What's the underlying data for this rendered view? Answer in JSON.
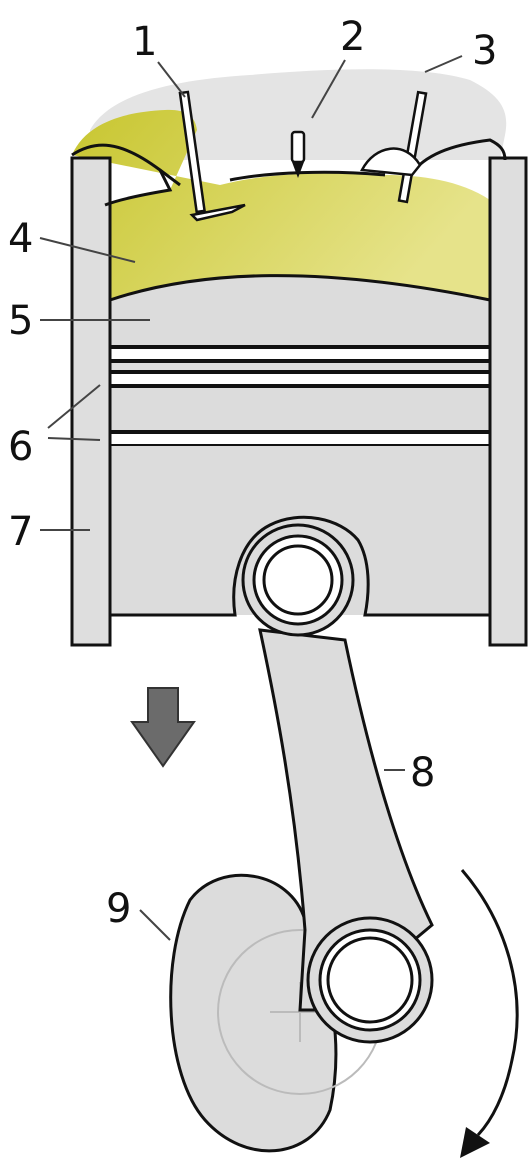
{
  "diagram": {
    "callouts": [
      {
        "id": "1",
        "text": "1"
      },
      {
        "id": "2",
        "text": "2"
      },
      {
        "id": "3",
        "text": "3"
      },
      {
        "id": "4",
        "text": "4"
      },
      {
        "id": "5",
        "text": "5"
      },
      {
        "id": "6",
        "text": "6"
      },
      {
        "id": "7",
        "text": "7"
      },
      {
        "id": "8",
        "text": "8"
      },
      {
        "id": "9",
        "text": "9"
      }
    ],
    "colors": {
      "cylinder_head": "#e4e4e4",
      "cylinder_wall": "#dedede",
      "piston": "#dcdcdc",
      "outline": "#111111",
      "combustion_gas_dark": "#c8c630",
      "combustion_gas_light": "#e6e38a",
      "motion_arrow": "#6b6b6b",
      "flywheel": "#dcdcdc"
    },
    "icons": [
      "down-arrow-icon",
      "rotation-arrow-icon"
    ]
  }
}
